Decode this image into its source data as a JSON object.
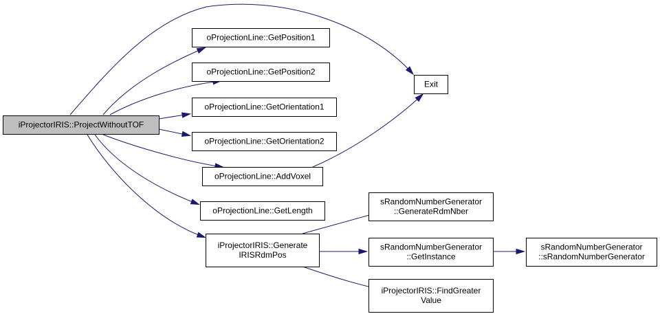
{
  "colors": {
    "edge": "#191970",
    "root_fill": "#bfbfbf",
    "node_fill": "#ffffff",
    "node_border": "#000000"
  },
  "nodes": {
    "root": {
      "lines": [
        "iProjectorIRIS::ProjectWithoutTOF"
      ]
    },
    "get_position1": {
      "lines": [
        "oProjectionLine::GetPosition1"
      ]
    },
    "get_position2": {
      "lines": [
        "oProjectionLine::GetPosition2"
      ]
    },
    "get_orientation1": {
      "lines": [
        "oProjectionLine::GetOrientation1"
      ]
    },
    "get_orientation2": {
      "lines": [
        "oProjectionLine::GetOrientation2"
      ]
    },
    "add_voxel": {
      "lines": [
        "oProjectionLine::AddVoxel"
      ]
    },
    "get_length": {
      "lines": [
        "oProjectionLine::GetLength"
      ]
    },
    "exit": {
      "lines": [
        "Exit"
      ]
    },
    "generate_iris_rdm_pos": {
      "lines": [
        "iProjectorIRIS::Generate",
        "IRISRdmPos"
      ]
    },
    "generate_rdm_nber": {
      "lines": [
        "sRandomNumberGenerator",
        "::GenerateRdmNber"
      ]
    },
    "get_instance": {
      "lines": [
        "sRandomNumberGenerator",
        "::GetInstance"
      ]
    },
    "find_greater_value": {
      "lines": [
        "iProjectorIRIS::FindGreater",
        "Value"
      ]
    },
    "srng_constructor": {
      "lines": [
        "sRandomNumberGenerator",
        "::sRandomNumberGenerator"
      ]
    }
  },
  "edges": [
    {
      "from": "root",
      "to": "exit"
    },
    {
      "from": "root",
      "to": "get_position1"
    },
    {
      "from": "root",
      "to": "get_position2"
    },
    {
      "from": "root",
      "to": "get_orientation1"
    },
    {
      "from": "root",
      "to": "get_orientation2"
    },
    {
      "from": "root",
      "to": "add_voxel"
    },
    {
      "from": "root",
      "to": "get_length"
    },
    {
      "from": "root",
      "to": "generate_iris_rdm_pos"
    },
    {
      "from": "add_voxel",
      "to": "exit"
    },
    {
      "from": "generate_iris_rdm_pos",
      "to": "generate_rdm_nber"
    },
    {
      "from": "generate_iris_rdm_pos",
      "to": "get_instance"
    },
    {
      "from": "generate_iris_rdm_pos",
      "to": "find_greater_value"
    },
    {
      "from": "get_instance",
      "to": "srng_constructor"
    }
  ]
}
